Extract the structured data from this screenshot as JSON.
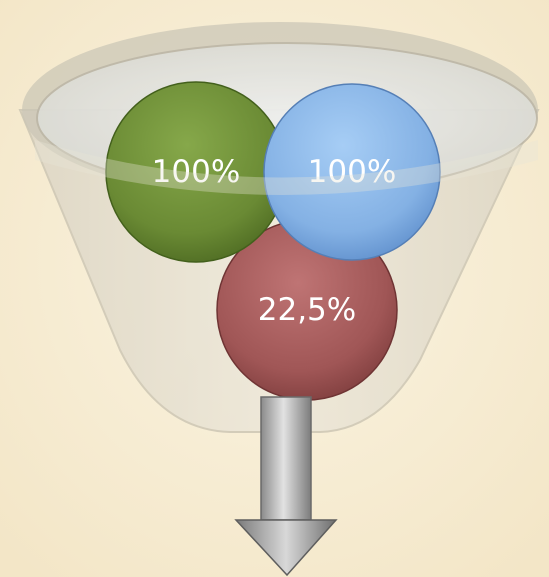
{
  "diagram": {
    "type": "funnel",
    "circles": [
      {
        "id": "green",
        "label": "100%",
        "color": "#6f8f3a"
      },
      {
        "id": "blue",
        "label": "100%",
        "color": "#8ab6e8"
      },
      {
        "id": "red",
        "label": "22,5%",
        "color": "#a75c5c"
      }
    ],
    "funnel_color": "#d9d4c4",
    "arrow_color": "#a8a8a8",
    "background": "#f8efd8"
  }
}
